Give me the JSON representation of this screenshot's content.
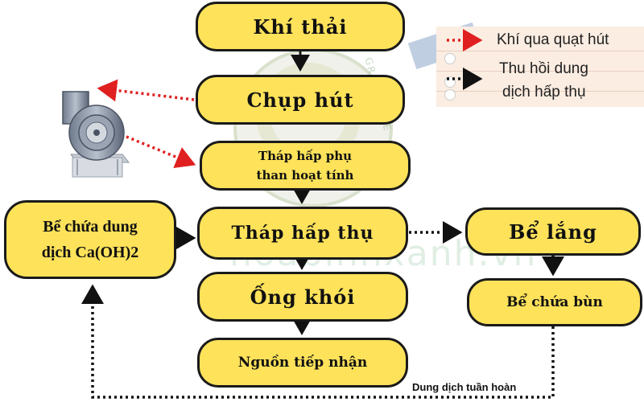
{
  "nodes": {
    "khi_thai": "Khí thải",
    "chup_hut": "Chụp hút",
    "thap_hap_phu_line1": "Tháp hấp phụ",
    "thap_hap_phu_line2": "than hoạt tính",
    "thap_hap_thu": "Tháp hấp thụ",
    "ong_khoi": "Ống khói",
    "nguon_tiep_nhan": "Nguồn tiếp nhận",
    "be_chua_line1": "Bể chứa dung",
    "be_chua_line2": "dịch Ca(OH)2",
    "be_lang": "Bể lắng",
    "be_chua_bun": "Bể chứa bùn"
  },
  "legend": {
    "fan_flow": "Khí qua quạt hút",
    "recovery_line1": "Thu hồi dung",
    "recovery_line2": "dịch hấp thụ"
  },
  "edge_labels": {
    "recycle": "Dung dịch tuần hoàn"
  },
  "watermark": {
    "site": "hoabinhxanh.vn",
    "logo": "GREEN FACE"
  },
  "icons": {
    "fan": "centrifugal-fan-icon"
  },
  "colors": {
    "node_fill": "#fde25a",
    "node_border": "#1a1a1a",
    "fan_flow_arrow": "#e02020",
    "recovery_arrow": "#111111",
    "legend_bg": "#fbede2"
  }
}
